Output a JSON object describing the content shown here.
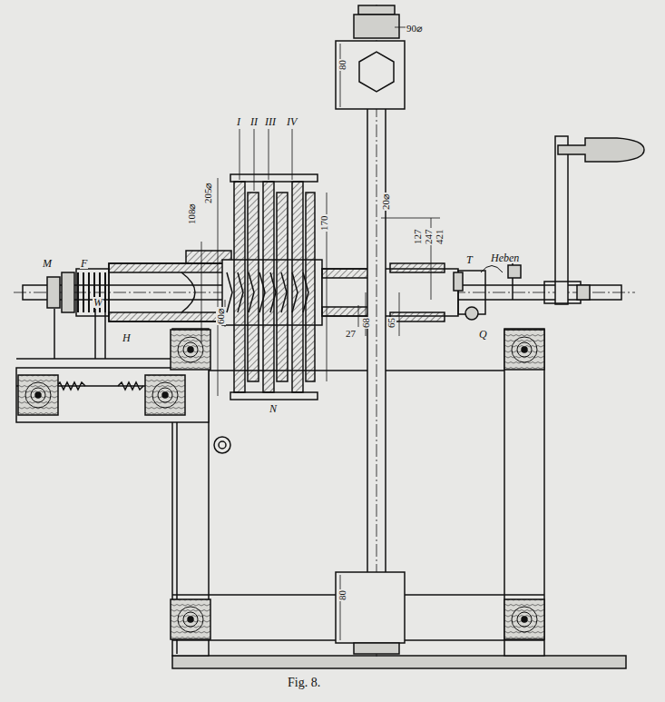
{
  "diagram": {
    "caption": "Fig. 8.",
    "labels": [
      "90⌀",
      "80",
      "20⌀",
      "I",
      "II",
      "III",
      "IV",
      "205⌀",
      "170",
      "108⌀",
      "127",
      "247",
      "421",
      "Heben",
      "T",
      "M",
      "F",
      "W",
      "H",
      "60⌀",
      "68",
      "65",
      "27",
      "Q",
      "N",
      "80"
    ]
  }
}
